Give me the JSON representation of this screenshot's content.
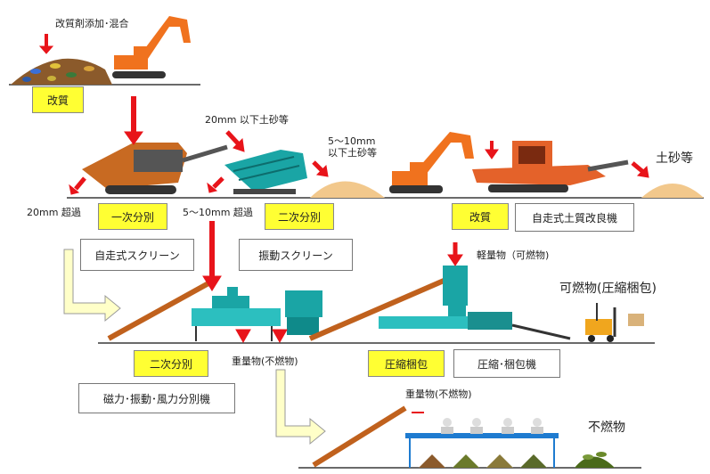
{
  "stages": {
    "kaishitsu_top": {
      "action_label": "改質剤添加･混合",
      "box": "改質"
    },
    "stage1": {
      "fine_label": "20mm 以下土砂等",
      "mid_label": "5～10mm\n以下土砂等",
      "oversize_label": "20mm 超過",
      "mid2_label": "5～10mm 超過",
      "box1": "一次分別",
      "box2": "二次分別",
      "machine1": "自走式スクリーン",
      "machine2": "振動スクリーン"
    },
    "stage1_right": {
      "box": "改質",
      "machine": "自走式土質改良機",
      "output": "土砂等"
    },
    "stage2": {
      "box_sort": "二次分別",
      "machine_sort": "磁力･振動･風力分別機",
      "heavy_label": "重量物(不燃物)",
      "light_label": "軽量物（可燃物)",
      "box_pack": "圧縮梱包",
      "machine_pack": "圧縮･梱包機",
      "output": "可燃物(圧縮梱包)"
    },
    "stage3": {
      "heavy_label": "重量物(不燃物)",
      "output": "不燃物"
    }
  },
  "colors": {
    "arrow_red": "#e8141a",
    "label_yellow": "#ffff33",
    "flow_arrow": "#ffffc8",
    "excavator": "#f0721e",
    "sand": "#f2c88c"
  }
}
